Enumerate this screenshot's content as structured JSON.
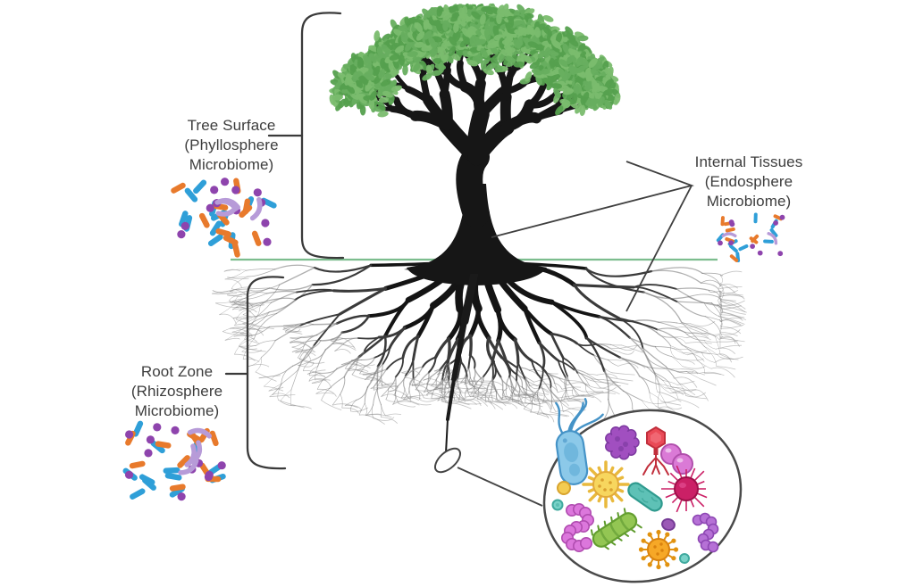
{
  "figure": {
    "kind": "tree-microbiome-zones-diagram"
  },
  "labels": {
    "phyllosphere": {
      "lines": [
        "Tree Surface",
        "(Phyllosphere",
        "Microbiome)"
      ]
    },
    "endosphere": {
      "lines": [
        "Internal Tissues",
        "(Endosphere",
        "Microbiome)"
      ]
    },
    "rhizosphere": {
      "lines": [
        "Root Zone",
        "(Rhizosphere",
        "Microbiome)"
      ]
    }
  },
  "palette": {
    "text": "#3d3d3d",
    "line_art": "#3a3a3a",
    "ground_line": "#7cbd8e",
    "tree": "#161616",
    "leaf_greens": [
      "#67ae5f",
      "#7abc6e",
      "#55a04e"
    ],
    "microbe_blue": "#2f9fd8",
    "microbe_orange": "#e87a2c",
    "microbe_purple": "#8e44ad",
    "microbe_lavender": "#b79bd8"
  },
  "inset": {
    "organisms": [
      {
        "name": "flagellated-bacterium",
        "color": "#8cc9e9"
      },
      {
        "name": "bumpy-virus-capsid",
        "color": "#a14fc0"
      },
      {
        "name": "bacteriophage",
        "color": "#ea4a57"
      },
      {
        "name": "diplococci",
        "color": "#da7ad6"
      },
      {
        "name": "radiate-sun-microbe",
        "color": "#f7d65e"
      },
      {
        "name": "yeast-cell",
        "color": "#f3cc52"
      },
      {
        "name": "small-teal-coccus",
        "color": "#79d2c8"
      },
      {
        "name": "streptococci-chain-magenta",
        "color": "#dc77dc"
      },
      {
        "name": "vibrio-rod",
        "color": "#5ec1b6"
      },
      {
        "name": "spiked-virion",
        "color": "#cb2066"
      },
      {
        "name": "bacillus-rod",
        "color": "#93c653"
      },
      {
        "name": "coronavirus-particle",
        "color": "#f6a827"
      },
      {
        "name": "small-purple-coccus",
        "color": "#9b59b6"
      },
      {
        "name": "streptococci-chain-violet",
        "color": "#b671d6"
      },
      {
        "name": "small-teal-coccus-2",
        "color": "#79d2c8"
      }
    ]
  }
}
